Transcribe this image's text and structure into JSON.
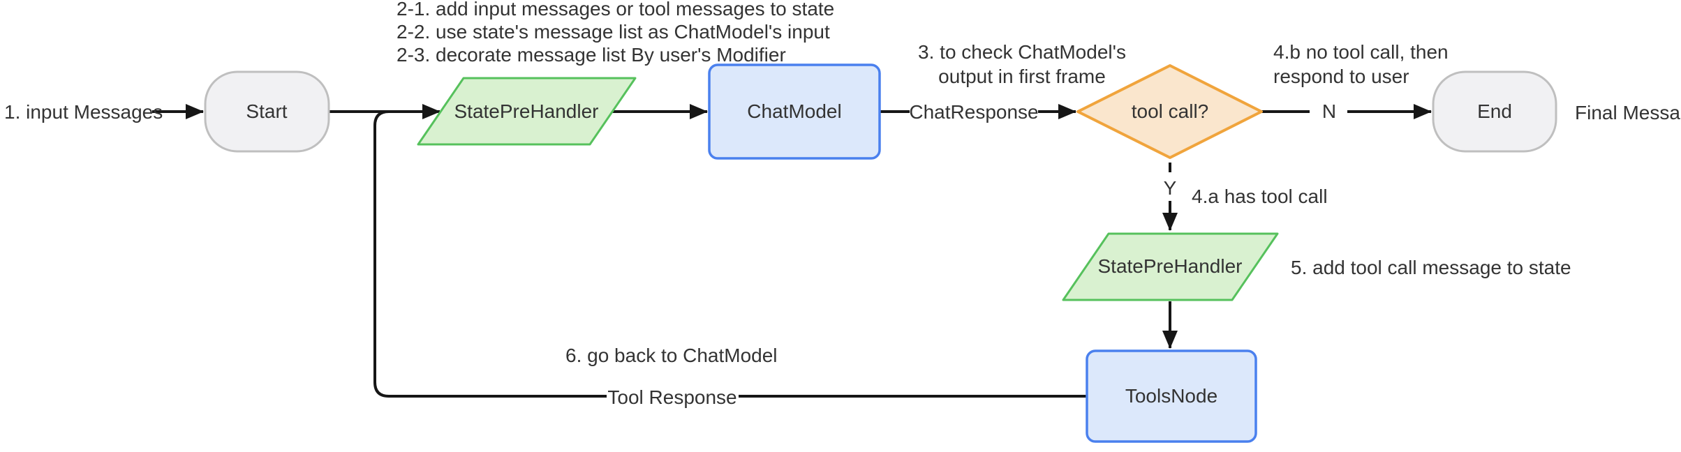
{
  "diagram": {
    "title_hint": "ChatModel tool-calling flowchart",
    "colors": {
      "edge": "#161616",
      "text": "#333333",
      "node_gray_fill": "#f1f1f3",
      "node_gray_border": "#bfbfbf",
      "node_green_fill": "#d9f1d0",
      "node_green_border": "#56c15c",
      "node_blue_fill": "#dce8fb",
      "node_blue_border": "#4a80ee",
      "node_orange_fill": "#fae6cd",
      "node_orange_border": "#f0a43c"
    },
    "nodes": {
      "start": {
        "label": "Start",
        "shape": "stadium"
      },
      "state_pre_handler_1": {
        "label": "StatePreHandler",
        "shape": "parallelogram"
      },
      "chat_model": {
        "label": "ChatModel",
        "shape": "rect"
      },
      "tool_call_decision": {
        "label": "tool call?",
        "shape": "diamond"
      },
      "end": {
        "label": "End",
        "shape": "stadium"
      },
      "state_pre_handler_2": {
        "label": "StatePreHandler",
        "shape": "parallelogram"
      },
      "tools_node": {
        "label": "ToolsNode",
        "shape": "rect"
      }
    },
    "edge_labels": {
      "chat_response": "ChatResponse",
      "no_branch": "N",
      "yes_branch": "Y",
      "tool_response": "Tool Response"
    },
    "annotations": {
      "step1": "1. input Messages",
      "step2": "2-1. add input messages or tool messages to state\n2-2. use state's message list as ChatModel's input\n2-3. decorate message list By user's Modifier",
      "step3": "3. to check ChatModel's\noutput in first frame",
      "step4b": "4.b no tool call, then\nrespond to user",
      "step4a": "4.a has tool call",
      "step5": "5. add tool call message to state",
      "step6": "6. go back to ChatModel",
      "final_message": "Final Message"
    }
  }
}
